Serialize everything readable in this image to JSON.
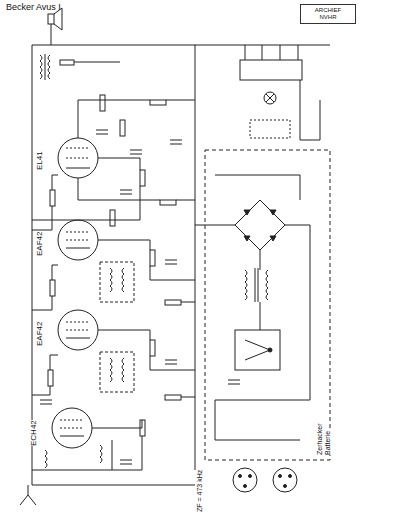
{
  "diagram": {
    "title": "Becker Avus I",
    "nodes": [
      {
        "text": [
          "ARCHIEF",
          "NVHR"
        ]
      }
    ],
    "labels": [
      "EL41",
      "EAF42",
      "EAF42",
      "ECH42",
      "ZF = 473 kHz",
      "Zerhacker",
      "Batterie"
    ]
  }
}
